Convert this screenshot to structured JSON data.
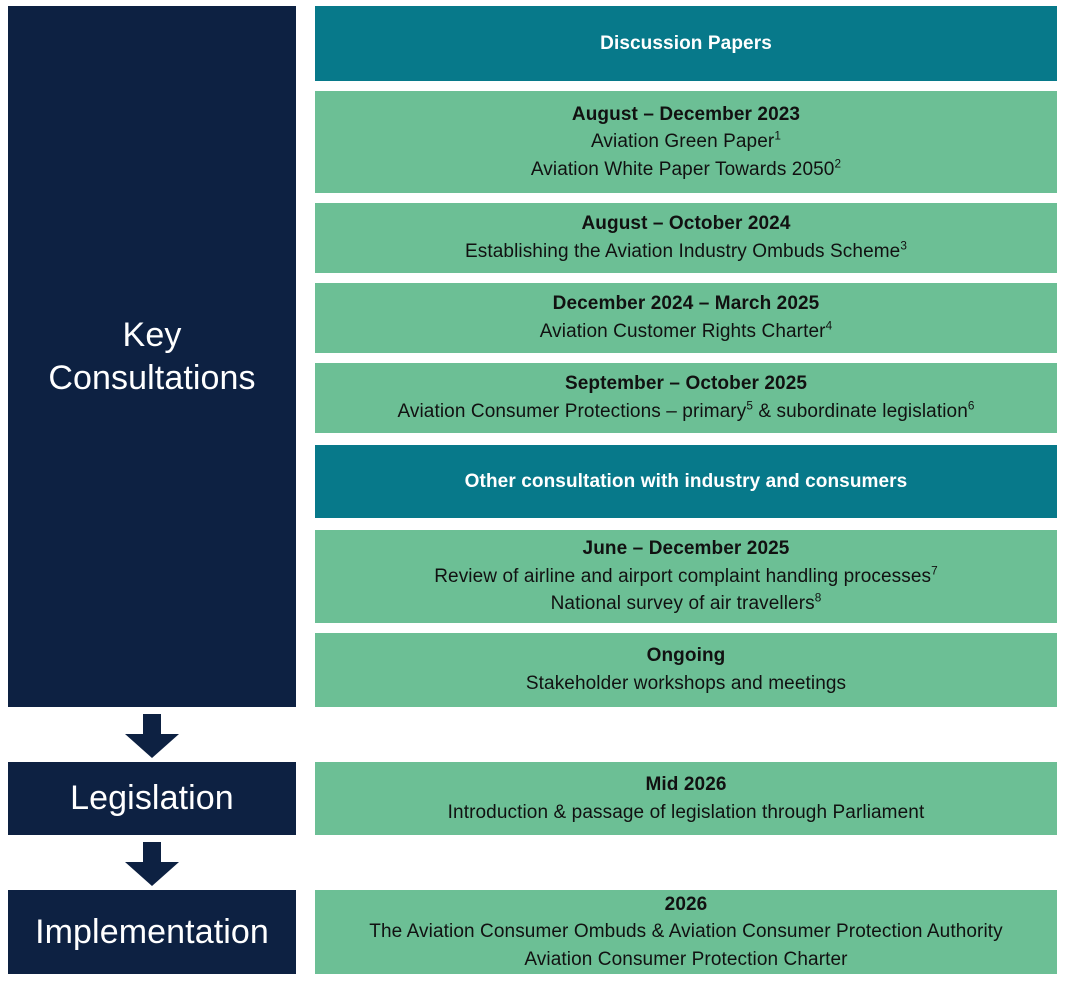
{
  "colors": {
    "navy": "#0d2142",
    "teal": "#07798a",
    "green": "#6cbf95",
    "text_dark": "#111111",
    "text_light": "#ffffff",
    "background": "#ffffff"
  },
  "stages": {
    "key_consultations": "Key\nConsultations",
    "legislation": "Legislation",
    "implementation": "Implementation"
  },
  "section_headers": {
    "discussion_papers": "Discussion Papers",
    "other_consultation": "Other consultation with industry and consumers"
  },
  "entries": {
    "aug_dec_2023": {
      "period": "August – December 2023",
      "line1": "Aviation Green Paper",
      "line1_footnote": "1",
      "line2": "Aviation White Paper Towards 2050",
      "line2_footnote": "2"
    },
    "aug_oct_2024": {
      "period": "August – October 2024",
      "line1": "Establishing the Aviation Industry Ombuds Scheme",
      "line1_footnote": "3"
    },
    "dec_2024_mar_2025": {
      "period": "December 2024 – March 2025",
      "line1": "Aviation Customer Rights Charter",
      "line1_footnote": "4"
    },
    "sep_oct_2025": {
      "period": "September – October 2025",
      "line1_a": "Aviation Consumer Protections – primary",
      "line1_footnote_a": "5",
      "line1_b": " & subordinate legislation",
      "line1_footnote_b": "6"
    },
    "jun_dec_2025": {
      "period": "June – December 2025",
      "line1": "Review of airline and airport complaint handling processes",
      "line1_footnote": "7",
      "line2": "National survey of air travellers",
      "line2_footnote": "8"
    },
    "ongoing": {
      "period": "Ongoing",
      "line1": "Stakeholder workshops and meetings"
    },
    "mid_2026": {
      "period": "Mid 2026",
      "line1": "Introduction & passage of legislation through Parliament"
    },
    "year_2026": {
      "period": "2026",
      "line1": "The Aviation Consumer Ombuds & Aviation Consumer Protection Authority",
      "line2": "Aviation Consumer Protection Charter"
    }
  }
}
